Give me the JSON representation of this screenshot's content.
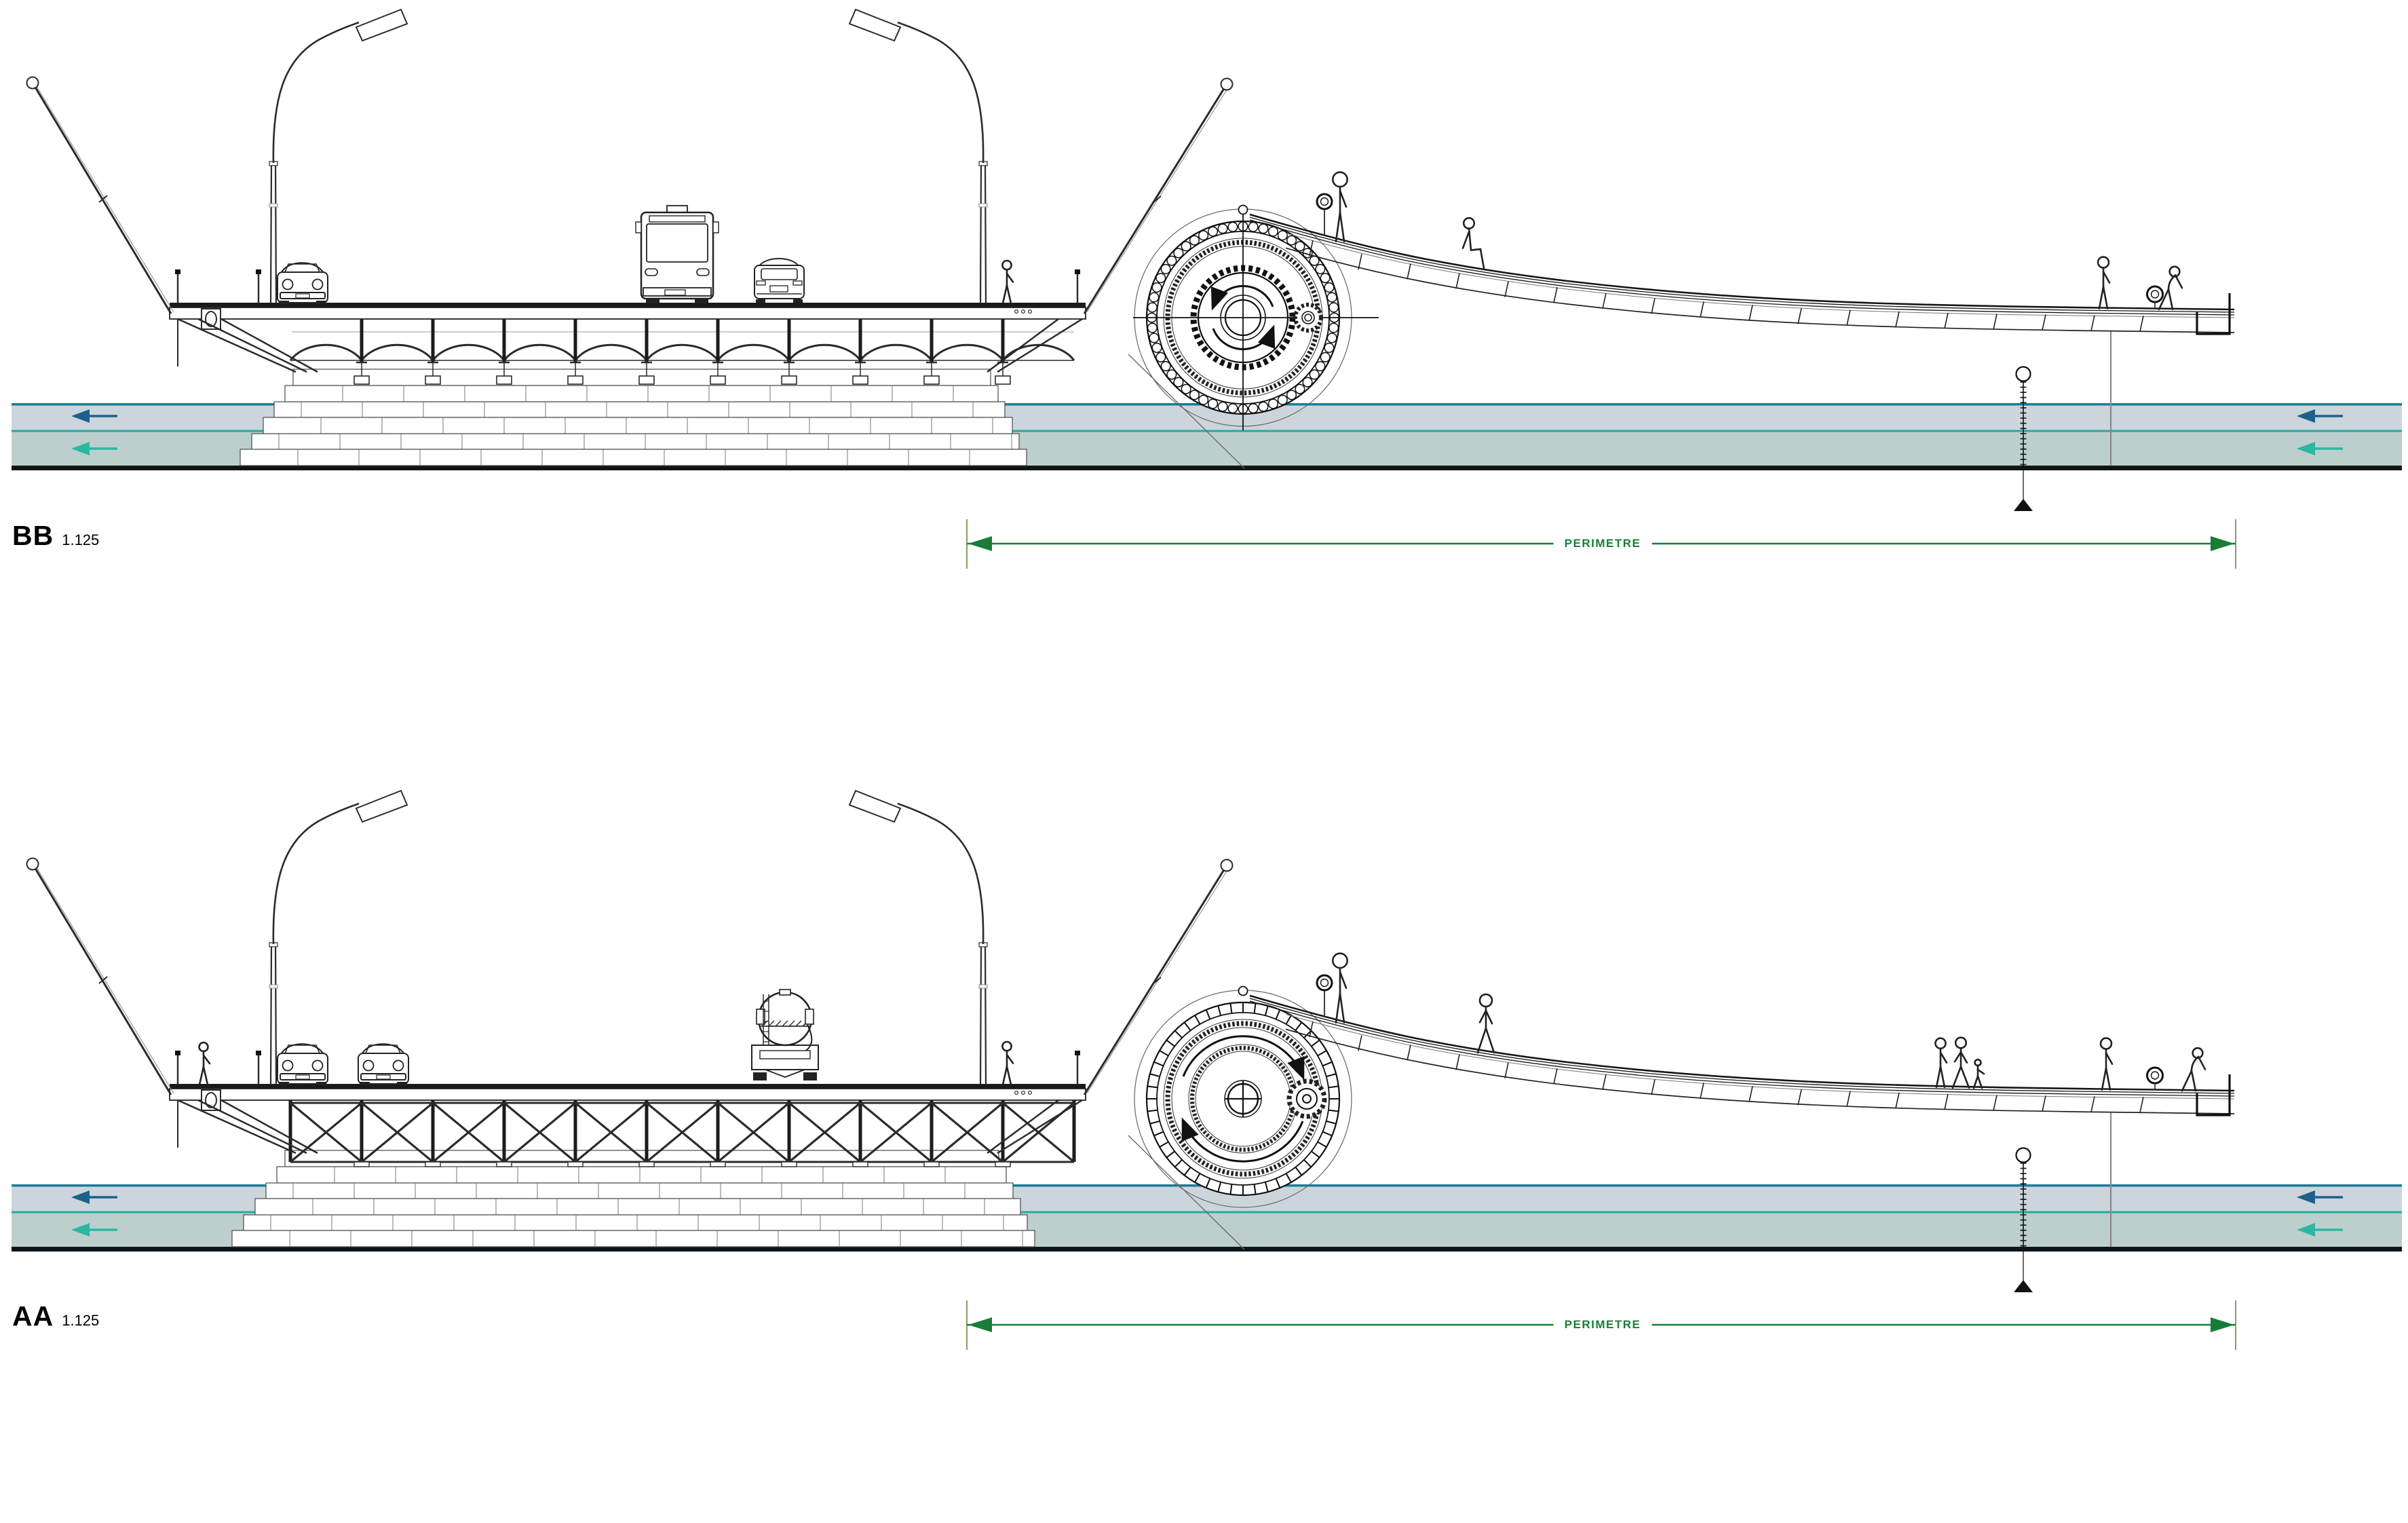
{
  "views": [
    {
      "label": "BB",
      "scale_label": "1.125",
      "dimension_label": "PERIMETRE",
      "girder_type": "arched",
      "wheel_rim": "rollers",
      "wheel_rotation": "counterclockwise",
      "vehicles": [
        "car-front",
        "bus-front",
        "car-rear"
      ],
      "flow_direction": "left"
    },
    {
      "label": "AA",
      "scale_label": "1.125",
      "dimension_label": "PERIMETRE",
      "girder_type": "truss",
      "wheel_rim": "segments",
      "wheel_rotation": "clockwise",
      "vehicles": [
        "car-front",
        "car-front",
        "mixer-truck-rear"
      ],
      "flow_direction": "left"
    }
  ],
  "colors": {
    "line": "#2b2b2b",
    "water_upper_fill": "#cdd5dc",
    "water_lower_fill": "#bccfcc",
    "water_upper_edge": "#187e95",
    "water_divider": "#27a99e",
    "riverbed": "#111417",
    "flow_arrow_upper": "#1d608c",
    "flow_arrow_lower": "#2db7a3",
    "dimension_green": "#177d38",
    "dimension_tick": "#7da263",
    "construction_gray": "#8a8a8a"
  }
}
